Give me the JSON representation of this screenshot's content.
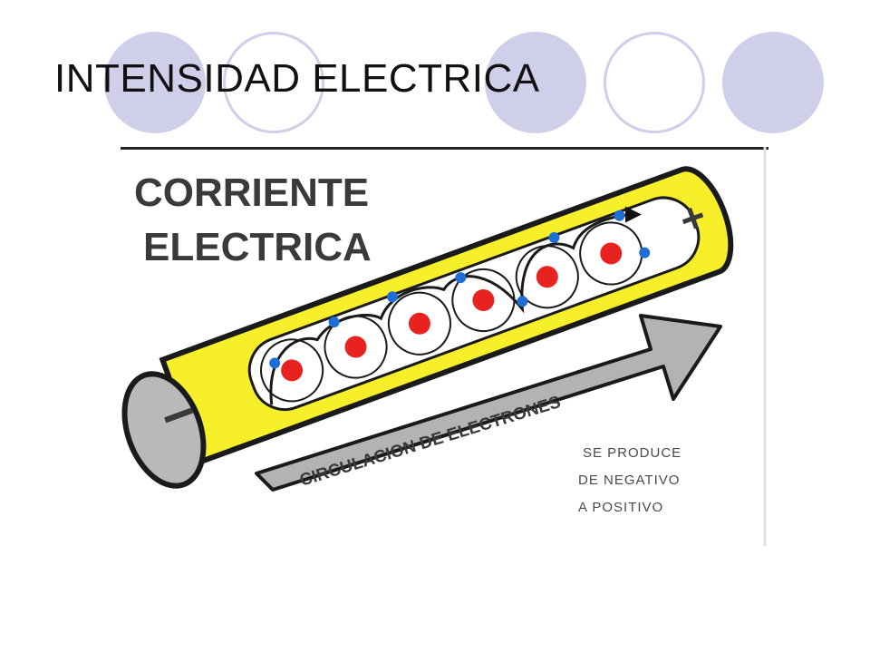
{
  "slide": {
    "title": "INTENSIDAD ELECTRICA"
  },
  "decoration": {
    "accent_color": "#cfcfea"
  },
  "diagram": {
    "heading_line1": "CORRIENTE",
    "heading_line2": "ELECTRICA",
    "negative_terminal": "–",
    "positive_terminal": "+",
    "arrow_label": "CIRCULACION DE ELECTRONES",
    "note_line1": "SE PRODUCE",
    "note_line2": "DE NEGATIVO",
    "note_line3": "A POSITIVO",
    "colors": {
      "wire": "#f7ef2a",
      "nucleus": "#e8231f",
      "electron": "#1d6fd6",
      "terminal": "#b9b9b9",
      "arrow": "#b3b3b3"
    }
  }
}
